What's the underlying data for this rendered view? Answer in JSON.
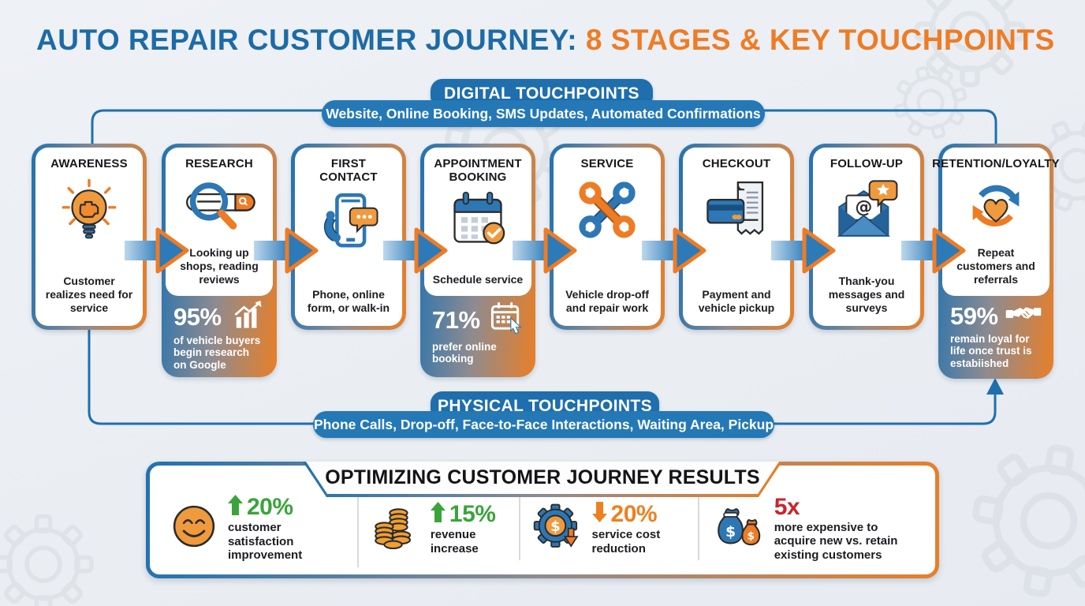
{
  "title": {
    "part1": "AUTO REPAIR CUSTOMER JOURNEY: ",
    "part2": "8 STAGES & KEY TOUCHPOINTS"
  },
  "digital_touchpoints": {
    "label": "DIGITAL TOUCHPOINTS",
    "items": "Website, Online Booking, SMS Updates, Automated Confirmations"
  },
  "physical_touchpoints": {
    "label": "PHYSICAL TOUCHPOINTS",
    "items": "Phone Calls, Drop-off, Face-to-Face Interactions, Waiting Area, Pickup"
  },
  "stages": [
    {
      "title": "AWARENESS",
      "icon": "lightbulb-engine-icon",
      "description": "Customer realizes need for service"
    },
    {
      "title": "RESEARCH",
      "icon": "search-magnifier-icon",
      "description": "Looking up shops, reading reviews",
      "stat": {
        "value": "95%",
        "icon": "bar-chart-growth-icon",
        "text": "of vehicle buyers begin research on Google"
      }
    },
    {
      "title": "FIRST CONTACT",
      "icon": "phone-chat-icon",
      "description": "Phone, online form, or walk-in"
    },
    {
      "title": "APPOINTMENT BOOKING",
      "icon": "calendar-check-icon",
      "description": "Schedule service",
      "stat": {
        "value": "71%",
        "icon": "calendar-cursor-icon",
        "text": "prefer online booking"
      }
    },
    {
      "title": "SERVICE",
      "icon": "crossed-wrenches-icon",
      "description": "Vehicle drop-off and repair work"
    },
    {
      "title": "CHECKOUT",
      "icon": "card-receipt-icon",
      "description": "Payment and vehicle pickup"
    },
    {
      "title": "FOLLOW-UP",
      "icon": "email-star-icon",
      "description": "Thank-you messages and surveys"
    },
    {
      "title": "RETENTION/LOYALTY",
      "icon": "loyalty-loop-heart-icon",
      "description": "Repeat customers and referrals",
      "stat": {
        "value": "59%",
        "icon": "handshake-icon",
        "text": "remain loyal for life once trust is estabiished"
      }
    }
  ],
  "results": {
    "title": "OPTIMIZING CUSTOMER JOURNEY RESULTS",
    "items": [
      {
        "value": "20%",
        "direction": "up",
        "color": "#3aa43a",
        "icon": "smiley-face-icon",
        "text": "customer satisfaction improvement"
      },
      {
        "value": "15%",
        "direction": "up",
        "color": "#3aa43a",
        "icon": "coin-stack-icon",
        "text": "revenue increase"
      },
      {
        "value": "20%",
        "direction": "down",
        "color": "#ee8020",
        "icon": "gear-dollar-icon",
        "text": "service cost reduction"
      },
      {
        "value": "5x",
        "direction": "none",
        "color": "#c9252c",
        "icon": "money-bags-icon",
        "text": "more expensive to acquire new vs. retain existing customers"
      }
    ]
  },
  "colors": {
    "blue": "#1f6eae",
    "orange": "#ee7c25",
    "green": "#3aa43a",
    "red": "#c9252c",
    "background": "#e9edf2"
  }
}
